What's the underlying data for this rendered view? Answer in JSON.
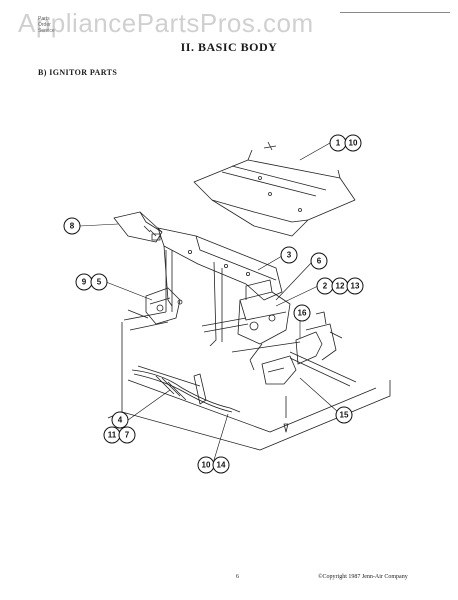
{
  "watermark": "AppliancePartsPros.com",
  "stamp": {
    "line1": "Parts",
    "line2": "Order",
    "line3": "Service"
  },
  "section_title": "II.  BASIC BODY",
  "subsection_title": "B)  IGNITOR PARTS",
  "callouts": {
    "c1": "1",
    "c10a": "10",
    "c8": "8",
    "c3": "3",
    "c6": "6",
    "c9": "9",
    "c5": "5",
    "c2": "2",
    "c12": "12",
    "c13": "13",
    "c16": "16",
    "c15": "15",
    "c4": "4",
    "c11": "11",
    "c7": "7",
    "c10b": "10",
    "c14": "14"
  },
  "page_number": "6",
  "copyright": "©Copyright 1987 Jenn-Air Company"
}
